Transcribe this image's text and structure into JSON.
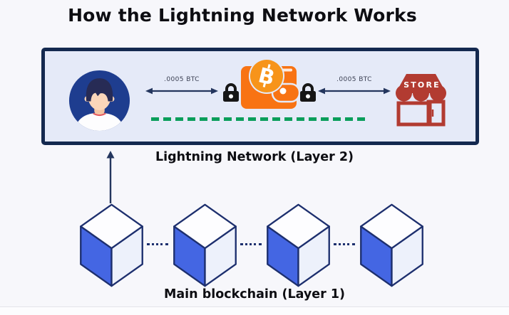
{
  "title": "How the Lightning Network Works",
  "lightning_network": {
    "label": "Lightning Network (Layer 2)",
    "channels": [
      {
        "amount": ".0005 BTC"
      },
      {
        "amount": ".0005 BTC"
      }
    ],
    "store_sign_text": "STORE",
    "coin_letter": "B"
  },
  "main_chain": {
    "label": "Main blockchain (Layer 1)",
    "block_count": 4
  },
  "colors": {
    "background": "#f7f7fb",
    "box_border": "#14294f",
    "box_fill": "#e5eaf8",
    "avatar_circle": "#1e3d8f",
    "hair": "#272b55",
    "skin": "#fbd6ba",
    "neck": "#f3c4a3",
    "shirt": "#fdfdfe",
    "collar": "#e4595c",
    "arrow": "#24365e",
    "amount_text": "#3a3f52",
    "lock": "#161616",
    "wallet": "#f87313",
    "coin": "#f7941a",
    "store": "#b23b31",
    "channel_dash": "#0a9e5b",
    "cube_left": "#4466e3",
    "cube_top": "#fdfdff",
    "cube_right": "#edf1fb",
    "cube_outline": "#1d2f6e",
    "label_text": "#0d0d12"
  }
}
